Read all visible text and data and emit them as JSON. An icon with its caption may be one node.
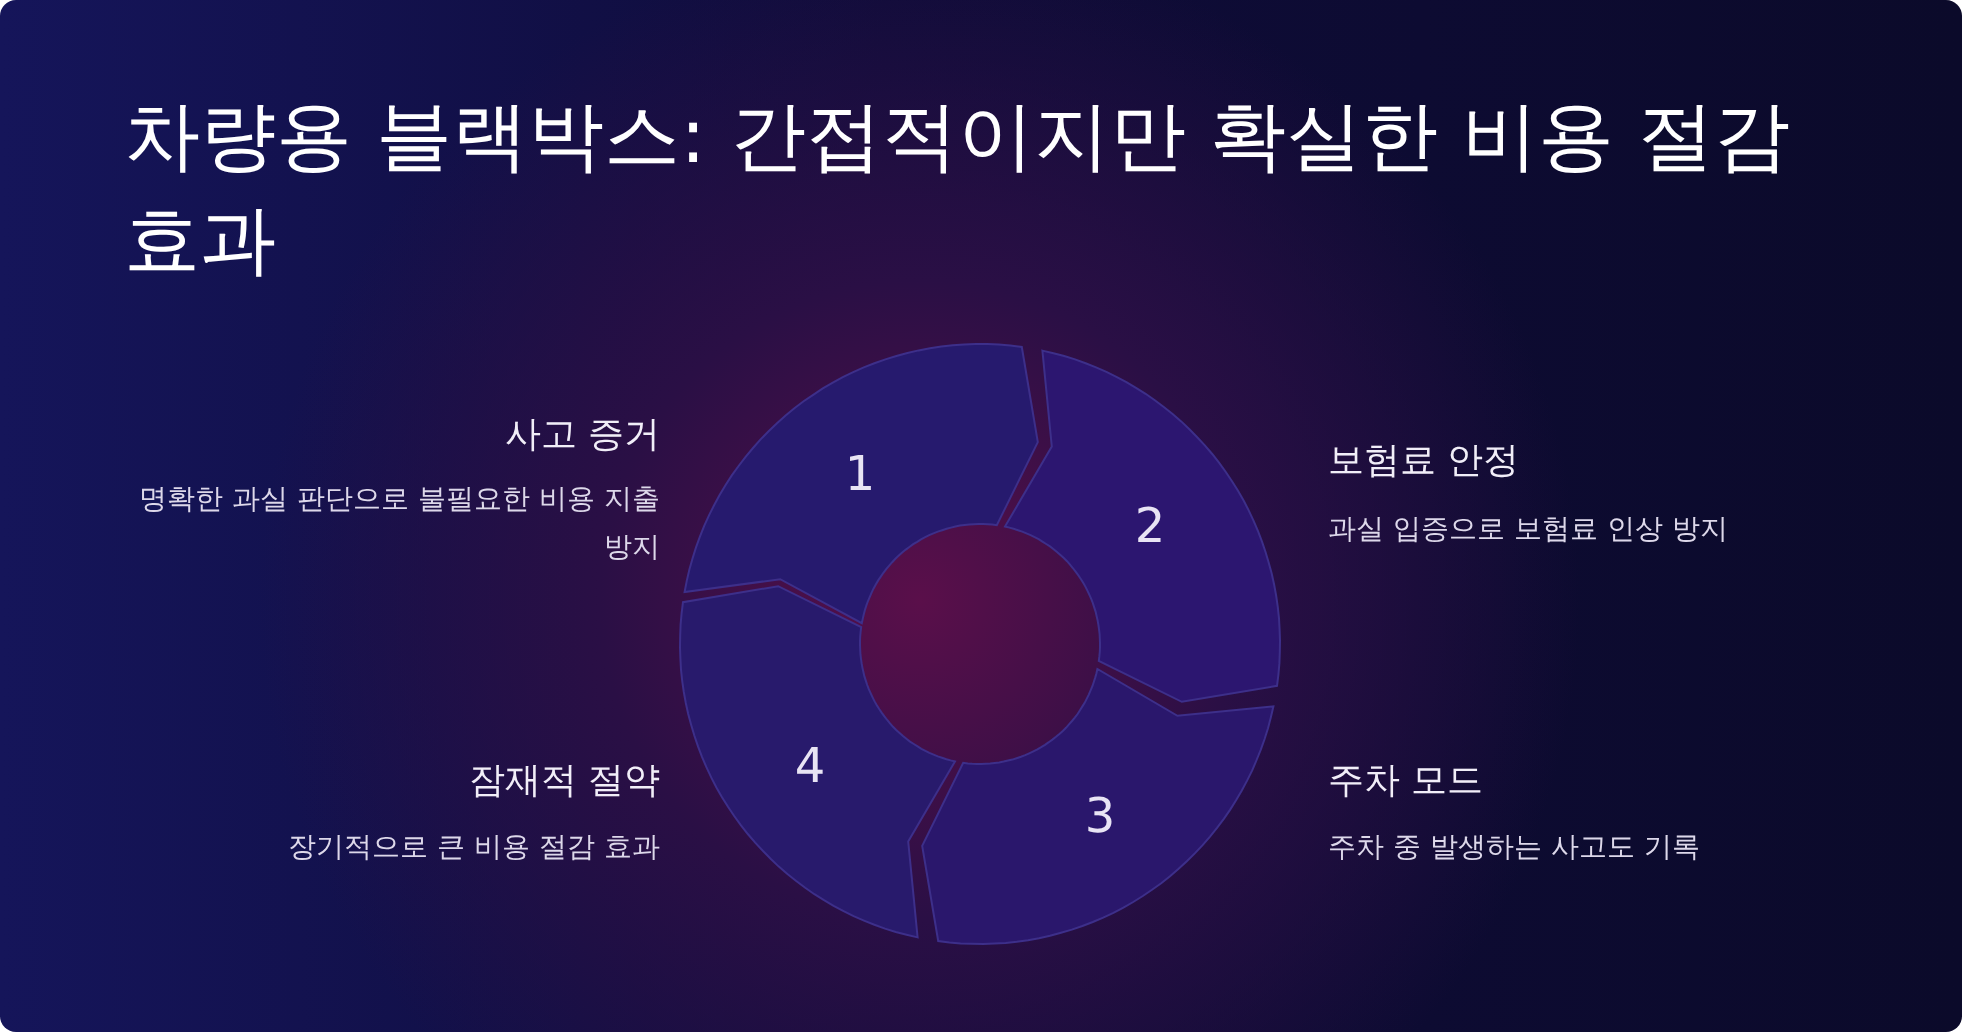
{
  "diagram": {
    "title": "차량용 블랙박스: 간접적이지만 확실한 비용 절감 효과",
    "nodes": [
      {
        "text": [
          "1"
        ],
        "beside": [
          "사고 증거",
          "명확한 과실 판단으로 불필요한 비용 지출 방지"
        ]
      },
      {
        "text": [
          "2"
        ],
        "beside": [
          "보험료 안정",
          "과실 입증으로 보험료 인상 방지"
        ]
      },
      {
        "text": [
          "3"
        ],
        "beside": [
          "주차 모드",
          "주차 중 발생하는 사고도 기록"
        ]
      },
      {
        "text": [
          "4"
        ],
        "beside": [
          "잠재적 절약",
          "장기적으로 큰 비용 절감 효과"
        ]
      }
    ]
  }
}
